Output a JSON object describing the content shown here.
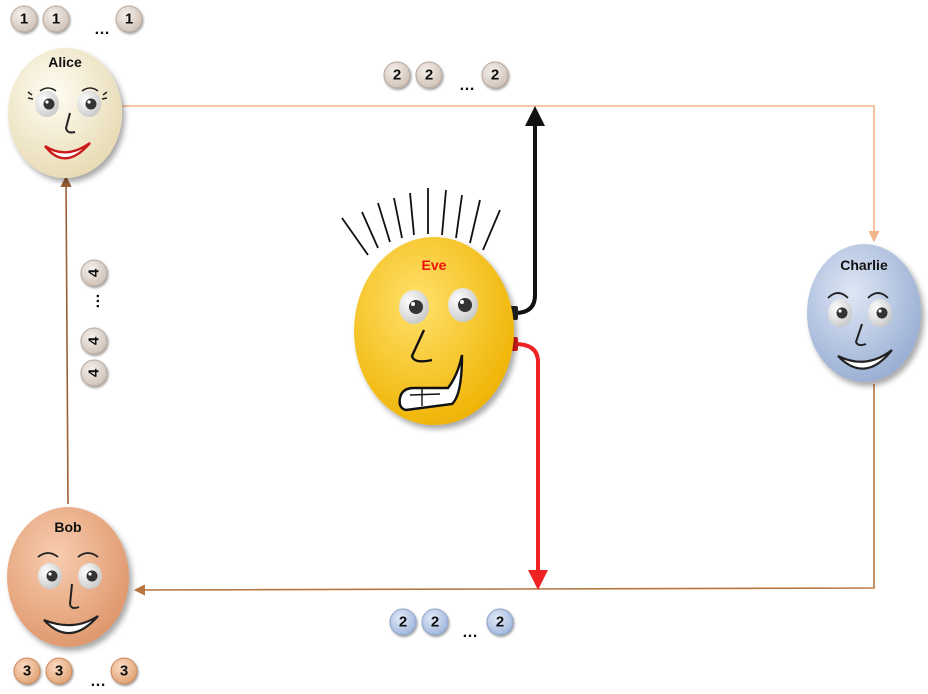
{
  "participants": {
    "alice": {
      "name": "Alice",
      "color": "#f1e6c4"
    },
    "bob": {
      "name": "Bob",
      "color": "#ecab83"
    },
    "charlie": {
      "name": "Charlie",
      "color": "#a9bedd"
    },
    "eve": {
      "name": "Eve",
      "color": "#f5c211",
      "name_color": "#ee1111"
    }
  },
  "token_groups": {
    "alice": {
      "first": "1",
      "second": "1",
      "ellipsis": "…",
      "last": "1",
      "color": "#d8cfc8"
    },
    "alice_to_charlie": {
      "first": "2",
      "second": "2",
      "ellipsis": "…",
      "last": "2",
      "color": "#dccfc6"
    },
    "charlie_to_bob": {
      "first": "2",
      "second": "2",
      "ellipsis": "…",
      "last": "2",
      "color": "#b4c7e6"
    },
    "bob": {
      "first": "3",
      "second": "3",
      "ellipsis": "…",
      "last": "3",
      "color": "#eab68e"
    },
    "bob_to_alice": {
      "first": "4",
      "second": "4",
      "ellipsis": "…",
      "last": "4",
      "color": "#dcd3cc"
    }
  },
  "colors": {
    "top_line": "#f2b48a",
    "bottom_line": "#b77640",
    "left_line": "#9a6035",
    "tap_black": "#111111",
    "tap_red": "#ee2222"
  }
}
